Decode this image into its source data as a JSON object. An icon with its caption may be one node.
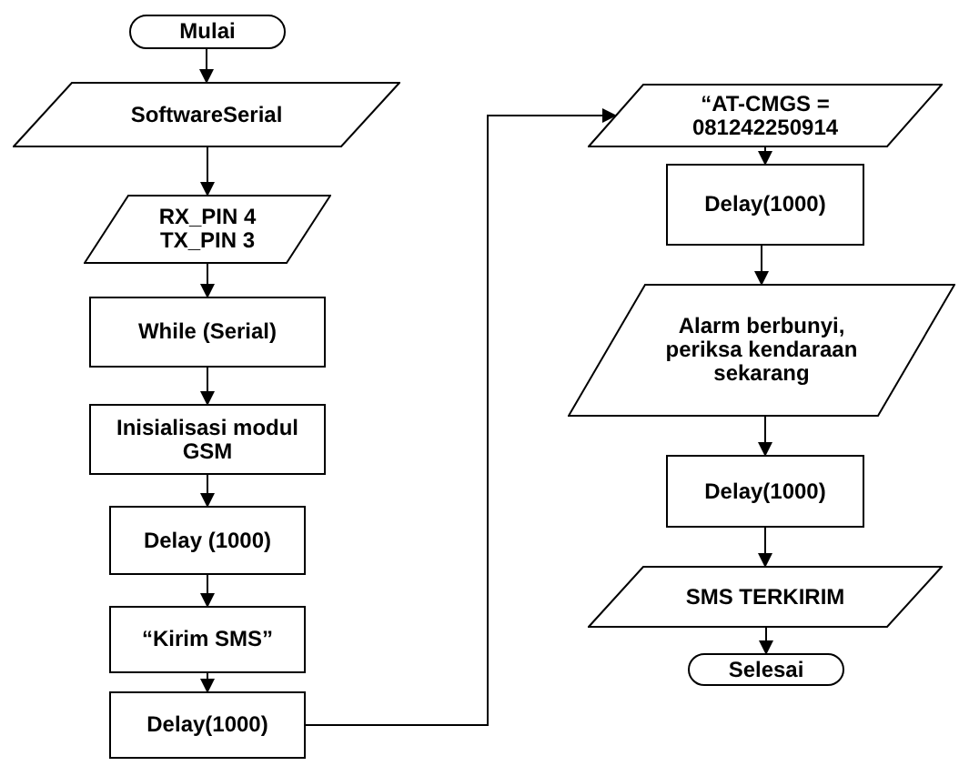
{
  "diagram": {
    "nodes": [
      {
        "text": [
          "Mulai"
        ]
      },
      {
        "text": [
          "SoftwareSerial"
        ]
      },
      {
        "text": [
          "RX_PIN 4 TX_PIN 3"
        ]
      },
      {
        "text": [
          "While (Serial)"
        ]
      },
      {
        "text": [
          "Inisialisasi modul GSM"
        ]
      },
      {
        "text": [
          "Delay (1000)"
        ]
      },
      {
        "text": [
          "“Kirim SMS”"
        ]
      },
      {
        "text": [
          "Delay(1000)"
        ]
      },
      {
        "text": [
          "“AT-CMGS = 081242250914"
        ]
      },
      {
        "text": [
          "Delay(1000)"
        ]
      },
      {
        "text": [
          "Alarm berbunyi, periksa kendaraan sekarang"
        ]
      },
      {
        "text": [
          "Delay(1000)"
        ]
      },
      {
        "text": [
          "SMS TERKIRIM"
        ]
      },
      {
        "text": [
          "Selesai"
        ]
      }
    ],
    "edges": [
      {
        "from": 0,
        "to": 1,
        "arrow": "to"
      },
      {
        "from": 1,
        "to": 2,
        "arrow": "to"
      },
      {
        "from": 2,
        "to": 3,
        "arrow": "to"
      },
      {
        "from": 3,
        "to": 4,
        "arrow": "to"
      },
      {
        "from": 4,
        "to": 5,
        "arrow": "to"
      },
      {
        "from": 5,
        "to": 6,
        "arrow": "to"
      },
      {
        "from": 6,
        "to": 7,
        "arrow": "to"
      },
      {
        "from": 7,
        "to": 8,
        "arrow": "to"
      },
      {
        "from": 8,
        "to": 9,
        "arrow": "to"
      },
      {
        "from": 9,
        "to": 10,
        "arrow": "to"
      },
      {
        "from": 10,
        "to": 11,
        "arrow": "to"
      },
      {
        "from": 11,
        "to": 12,
        "arrow": "to"
      },
      {
        "from": 12,
        "to": 13,
        "arrow": "to"
      }
    ]
  }
}
